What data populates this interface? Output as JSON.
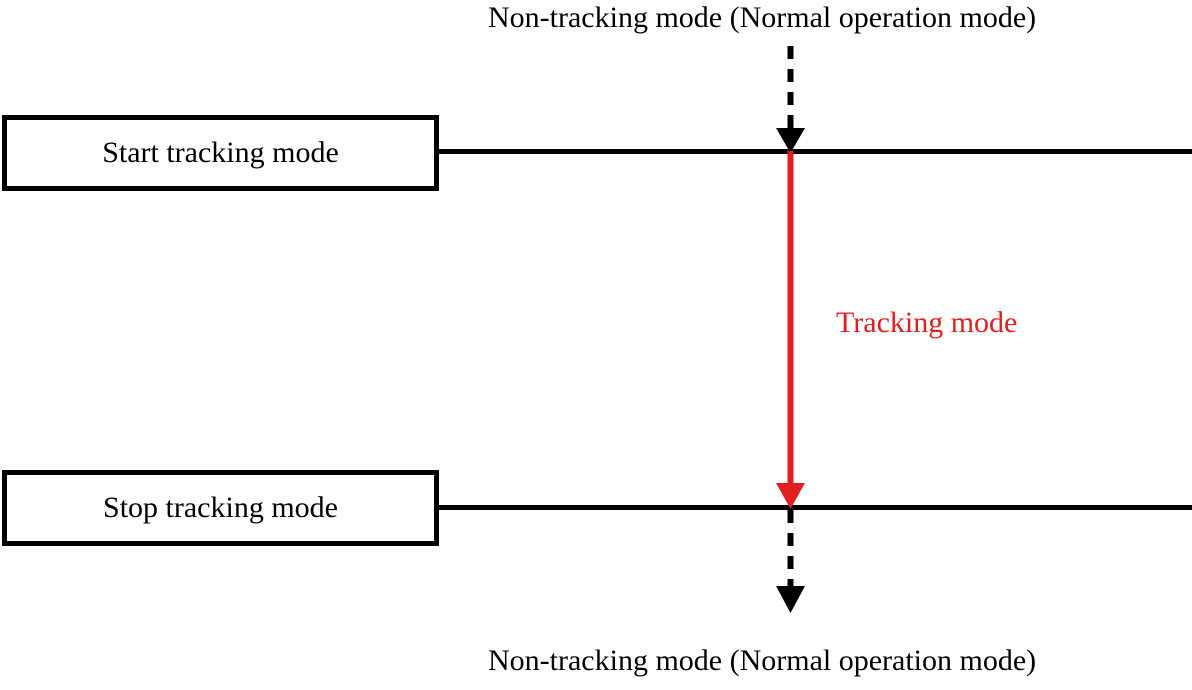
{
  "diagram": {
    "title_top": "Non-tracking mode (Normal operation mode)",
    "title_bottom": "Non-tracking mode (Normal operation mode)",
    "boxes": [
      {
        "id": "start-tracking",
        "label": "Start tracking mode"
      },
      {
        "id": "stop-tracking",
        "label": "Stop tracking mode"
      }
    ],
    "annotations": [
      {
        "id": "tracking-mode",
        "label": "Tracking mode",
        "color": "#E02020"
      }
    ],
    "colors": {
      "line": "#000000",
      "tracking": "#E02020",
      "background": "#FFFFFF",
      "text": "#000000"
    },
    "arrows": [
      {
        "id": "enter-tracking",
        "style": "dashed",
        "color": "#000000",
        "direction": "down"
      },
      {
        "id": "tracking-span",
        "style": "solid",
        "color": "#E02020",
        "direction": "down"
      },
      {
        "id": "exit-tracking",
        "style": "dashed",
        "color": "#000000",
        "direction": "down"
      }
    ]
  }
}
